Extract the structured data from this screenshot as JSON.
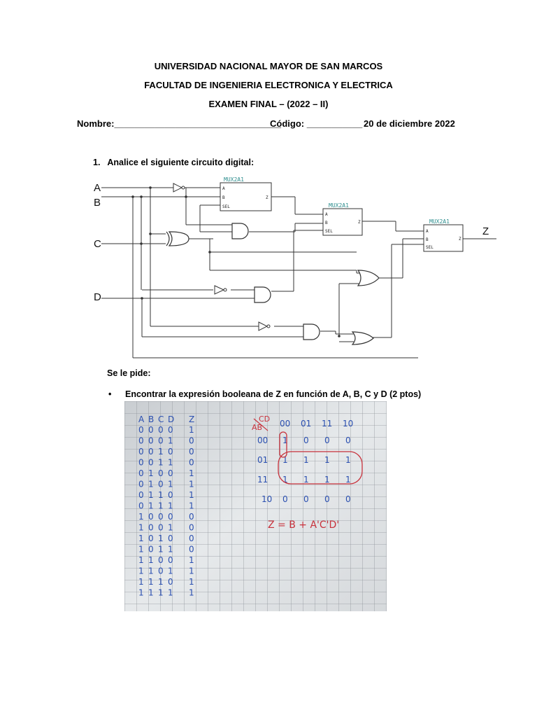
{
  "header": {
    "university": "UNIVERSIDAD NACIONAL MAYOR DE SAN MARCOS",
    "faculty": "FACULTAD DE INGENIERIA ELECTRONICA Y ELECTRICA",
    "exam": "EXAMEN FINAL – (2022 – II)"
  },
  "student_line": {
    "name_label": "Nombre:_________________________________",
    "code_label": "Código: ___________",
    "date": "20 de diciembre 2022"
  },
  "question": "1.   Analice el siguiente circuito digital:",
  "circuit": {
    "inputs": [
      "A",
      "B",
      "C",
      "D"
    ],
    "output": "Z",
    "mux_label": "MUX2A1",
    "mux_pins": [
      "A",
      "B",
      "SEL"
    ],
    "mux_out_pin": "Z"
  },
  "request_label": "Se le pide:",
  "bullet": "Encontrar la expresión booleana de Z en función de A, B, C y D (2 ptos)",
  "handwritten": {
    "truth_table_header": [
      "A",
      "B",
      "C",
      "D",
      "Z"
    ],
    "truth_table_rows": [
      [
        "0",
        "0",
        "0",
        "0",
        "1"
      ],
      [
        "0",
        "0",
        "0",
        "1",
        "0"
      ],
      [
        "0",
        "0",
        "1",
        "0",
        "0"
      ],
      [
        "0",
        "0",
        "1",
        "1",
        "0"
      ],
      [
        "0",
        "1",
        "0",
        "0",
        "1"
      ],
      [
        "0",
        "1",
        "0",
        "1",
        "1"
      ],
      [
        "0",
        "1",
        "1",
        "0",
        "1"
      ],
      [
        "0",
        "1",
        "1",
        "1",
        "1"
      ],
      [
        "1",
        "0",
        "0",
        "0",
        "0"
      ],
      [
        "1",
        "0",
        "0",
        "1",
        "0"
      ],
      [
        "1",
        "0",
        "1",
        "0",
        "0"
      ],
      [
        "1",
        "0",
        "1",
        "1",
        "0"
      ],
      [
        "1",
        "1",
        "0",
        "0",
        "1"
      ],
      [
        "1",
        "1",
        "0",
        "1",
        "1"
      ],
      [
        "1",
        "1",
        "1",
        "0",
        "1"
      ],
      [
        "1",
        "1",
        "1",
        "1",
        "1"
      ]
    ],
    "kmap_corner_top": "CD",
    "kmap_corner_left": "AB",
    "kmap_cols": [
      "00",
      "01",
      "11",
      "10"
    ],
    "kmap_rows": [
      "00",
      "01",
      "11",
      "10"
    ],
    "kmap_cells": [
      [
        "1",
        "0",
        "0",
        "0"
      ],
      [
        "1",
        "1",
        "1",
        "1"
      ],
      [
        "1",
        "1",
        "1",
        "1"
      ],
      [
        "0",
        "0",
        "0",
        "0"
      ]
    ],
    "expression": "Z = B + A'C'D'"
  },
  "colors": {
    "ink_blue": "#2a4fb0",
    "ink_red": "#c8323c",
    "mux_teal": "#2f8f8f"
  }
}
